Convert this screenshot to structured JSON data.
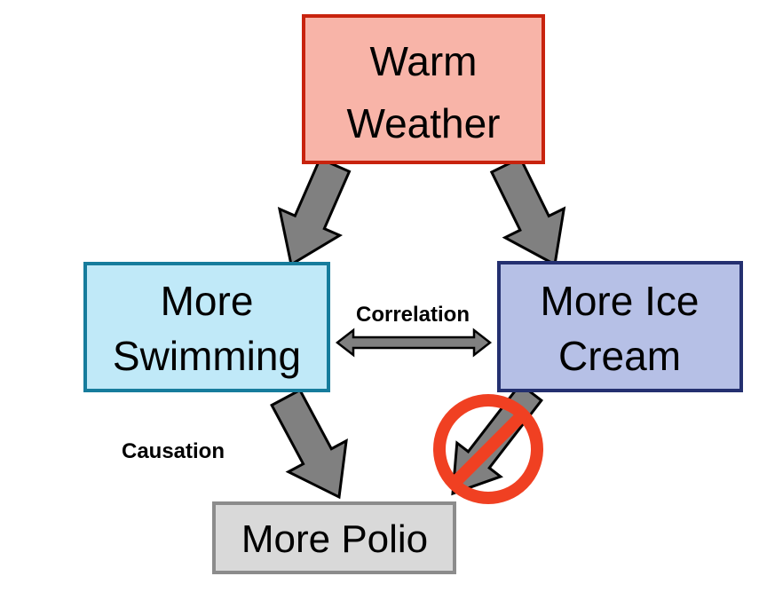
{
  "nodes": {
    "warm": {
      "line1": "Warm",
      "line2": "Weather"
    },
    "swimming": {
      "line1": "More",
      "line2": "Swimming"
    },
    "icecream": {
      "line1": "More Ice",
      "line2": "Cream"
    },
    "polio": {
      "line1": "More Polio"
    }
  },
  "labels": {
    "correlation": "Correlation",
    "causation": "Causation"
  },
  "colors": {
    "warm_fill": "#f8b4a8",
    "warm_stroke": "#c8230e",
    "swim_fill": "#c0e9f8",
    "swim_stroke": "#167c9c",
    "ice_fill": "#b6c0e6",
    "ice_stroke": "#243070",
    "polio_fill": "#d9d9d9",
    "polio_stroke": "#8c8c8c",
    "arrow": "#808080",
    "prohibit": "#f04022"
  }
}
